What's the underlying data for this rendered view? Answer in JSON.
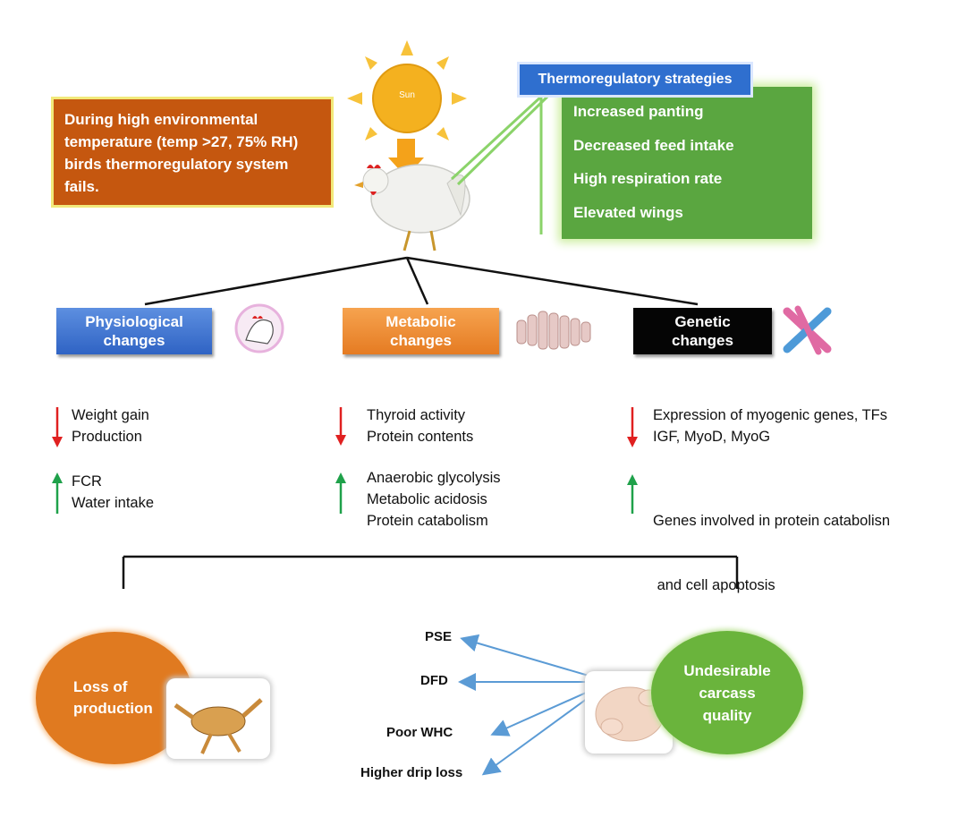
{
  "sun": {
    "label": "Sun"
  },
  "intro_box": {
    "text": "During high environmental temperature (temp >27, 75% RH) birds thermoregulatory system fails."
  },
  "thermoregulatory": {
    "title": "Thermoregulatory strategies",
    "items": [
      "Increased panting",
      "Decreased feed intake",
      "High respiration rate",
      "Elevated wings"
    ]
  },
  "categories": {
    "physiological": {
      "line1": "Physiological",
      "line2": "changes"
    },
    "metabolic": {
      "line1": "Metabolic",
      "line2": "changes"
    },
    "genetic": {
      "line1": "Genetic",
      "line2": "changes"
    }
  },
  "effects": {
    "physiological": {
      "decrease": [
        "Weight gain",
        "Production"
      ],
      "increase": [
        "FCR",
        "Water intake"
      ]
    },
    "metabolic": {
      "decrease": [
        "Thyroid activity",
        "Protein contents"
      ],
      "increase": [
        "Anaerobic glycolysis",
        "Metabolic acidosis",
        "Protein catabolism"
      ]
    },
    "genetic": {
      "decrease": [
        "Expression of myogenic genes, TFs",
        "IGF, MyoD, MyoG"
      ],
      "increase": [
        "Genes involved in protein catabolisn",
        " and cell apoptosis"
      ]
    }
  },
  "outcomes": {
    "loss_of_production": {
      "line1": "Loss of",
      "line2": "production"
    },
    "carcass_quality": {
      "line1": "Undesirable",
      "line2": "carcass",
      "line3": "quality"
    }
  },
  "carcass_defects": [
    "PSE",
    "DFD",
    "Poor WHC",
    "Higher drip loss"
  ],
  "colors": {
    "decrease_arrow": "#e02020",
    "increase_arrow": "#1fa14a",
    "defect_arrow": "#5b9bd5",
    "orange": "#c5570f",
    "green": "#5aa640",
    "blue": "#2f6fcf"
  }
}
